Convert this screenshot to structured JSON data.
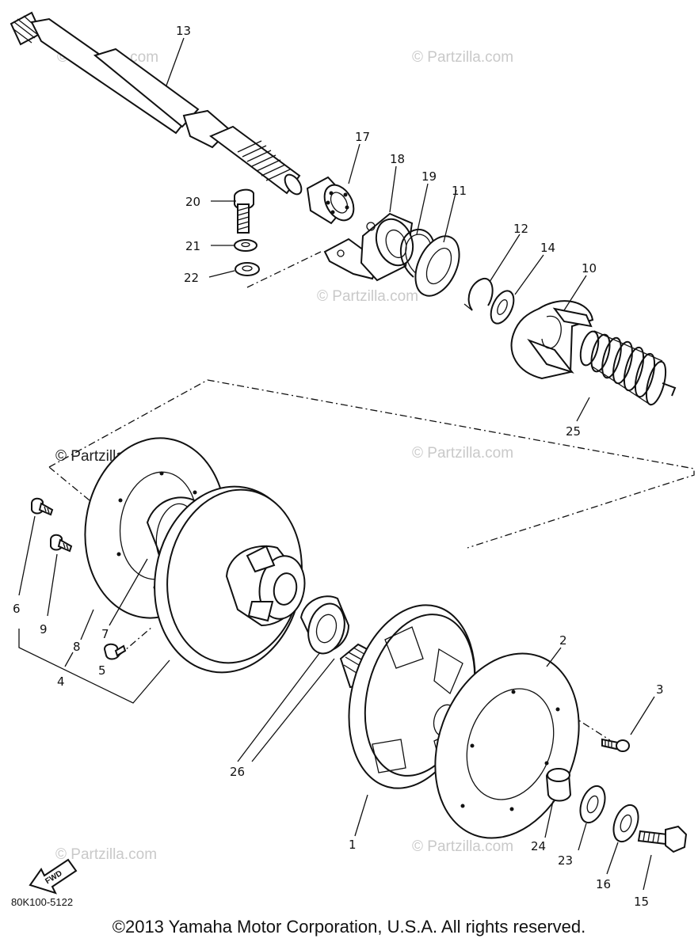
{
  "watermarks": [
    "© Partzilla.com",
    "© Partzilla.com",
    "© Partzilla.com",
    "© Partzilla.com",
    "© Partzilla.com",
    "© Partzilla.com",
    "© Partzilla.com"
  ],
  "callouts": {
    "c13": "13",
    "c17": "17",
    "c18": "18",
    "c19": "19",
    "c11": "11",
    "c12": "12",
    "c14": "14",
    "c10": "10",
    "c20": "20",
    "c21": "21",
    "c22": "22",
    "c25": "25",
    "c6": "6",
    "c9": "9",
    "c8": "8",
    "c7": "7",
    "c5": "5",
    "c4": "4",
    "c2": "2",
    "c3": "3",
    "c26": "26",
    "c1": "1",
    "c24": "24",
    "c23": "23",
    "c16": "16",
    "c15": "15"
  },
  "fwd_label": "FWD",
  "diagram_code": "80K100-5122",
  "copyright": "©2013 Yamaha Motor Corporation, U.S.A. All rights reserved."
}
